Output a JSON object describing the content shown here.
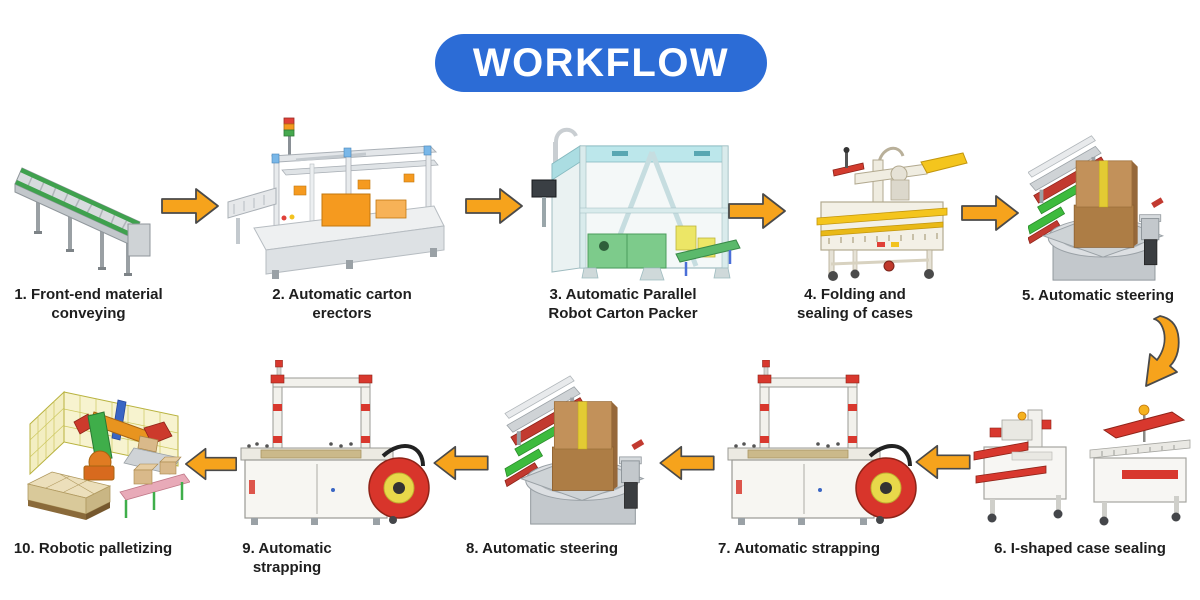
{
  "title": {
    "label": "WORKFLOW"
  },
  "colors": {
    "title_bg": "#2c6cd6",
    "title_text": "#ffffff",
    "arrow_fill": "#f6a31c",
    "arrow_outline": "#4a4a4a",
    "label_text": "#1e1e1e",
    "background": "#ffffff"
  },
  "icons": {
    "flow_arrow_right": "block-arrow-right",
    "flow_arrow_left": "block-arrow-left",
    "flow_arrow_curve": "block-arrow-curved-down-left"
  },
  "steps": [
    {
      "id": 1,
      "label": "1. Front-end material\nconveying",
      "machine": "roller conveyor"
    },
    {
      "id": 2,
      "label": "2. Automatic carton\nerectors",
      "machine": "carton erector"
    },
    {
      "id": 3,
      "label": "3. Automatic Parallel\nRobot Carton Packer",
      "machine": "parallel robot carton packer"
    },
    {
      "id": 4,
      "label": "4. Folding and\nsealing of cases",
      "machine": "case folding and sealing machine"
    },
    {
      "id": 5,
      "label": "5. Automatic steering",
      "machine": "turntable steering unit"
    },
    {
      "id": 6,
      "label": "6. I-shaped case sealing",
      "machine": "I-shaped case sealer"
    },
    {
      "id": 7,
      "label": "7. Automatic strapping",
      "machine": "strapping machine"
    },
    {
      "id": 8,
      "label": "8. Automatic steering",
      "machine": "turntable steering unit"
    },
    {
      "id": 9,
      "label": "9. Automatic strapping",
      "machine": "strapping machine"
    },
    {
      "id": 10,
      "label": "10. Robotic palletizing",
      "machine": "robotic palletizer"
    }
  ]
}
